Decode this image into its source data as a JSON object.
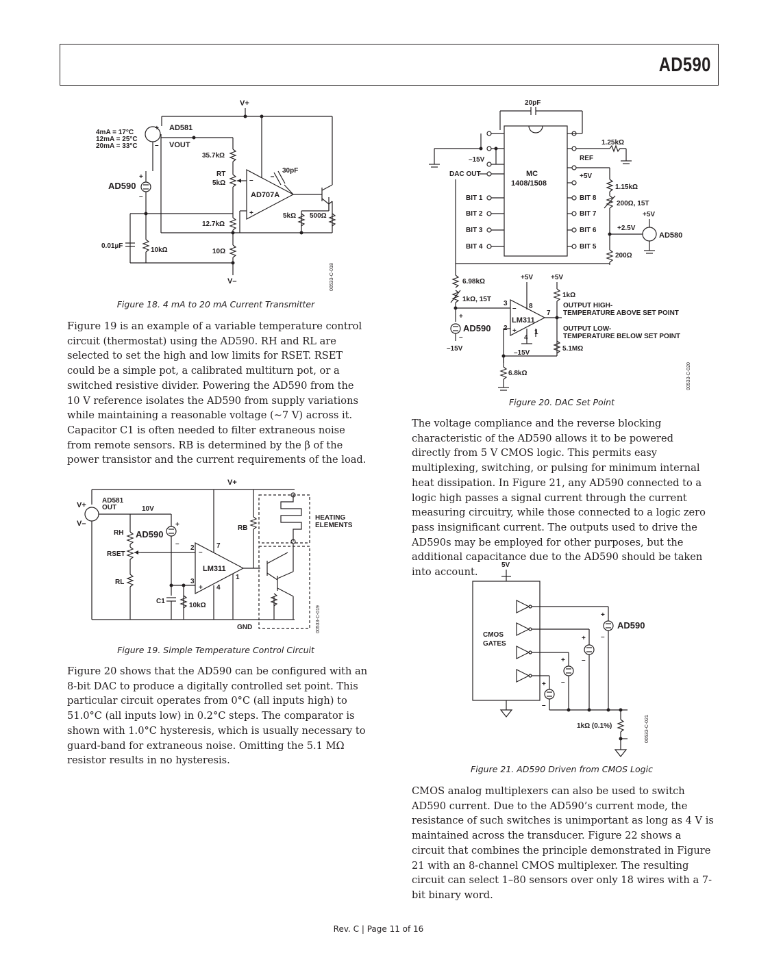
{
  "header": {
    "title": "AD590"
  },
  "fig18": {
    "caption": "Figure 18. 4 mA to 20 mA Current Transmitter",
    "labels": {
      "vplus": "V+",
      "vminus": "V–",
      "ad581": "AD581",
      "vout": "VOUT",
      "map1": "4mA = 17°C",
      "map2": "12mA = 25°C",
      "map3": "20mA = 33°C",
      "ad590": "AD590",
      "r357": "35.7kΩ",
      "rt": "RT",
      "rt5k": "5kΩ",
      "r127": "12.7kΩ",
      "r10": "10Ω",
      "r10k": "10kΩ",
      "cap": "0.01µF",
      "c30": "30pF",
      "opamp": "AD707A",
      "r5k": "5kΩ",
      "r500": "500Ω",
      "code": "00533-C-018"
    }
  },
  "para1": "Figure 19 is an example of a variable temperature control circuit (thermostat) using the AD590. RH and RL are selected to set the high and low limits for RSET. RSET could be a simple pot, a calibrated multiturn pot, or a switched resistive divider. Powering the AD590 from the 10 V reference isolates the AD590 from supply variations while maintaining a reasonable voltage (~7 V) across it. Capacitor C1 is often needed to filter extraneous noise from remote sensors. RB is determined by the β of the power transistor and the current requirements of the load.",
  "fig19": {
    "caption": "Figure 19. Simple Temperature Control Circuit",
    "labels": {
      "vplus": "V+",
      "vplus_top": "V+",
      "vminus": "V–",
      "ad581": "AD581",
      "out": "OUT",
      "v10": "10V",
      "rh": "RH",
      "rset": "RSET",
      "rl": "RL",
      "ad590": "AD590",
      "c1": "C1",
      "r10k": "10kΩ",
      "lm311": "LM311",
      "rb": "RB",
      "heating": "HEATING",
      "elements": "ELEMENTS",
      "gnd": "GND",
      "p2": "2",
      "p3": "3",
      "p7": "7",
      "p1": "1",
      "p4": "4",
      "code": "00533-C-019"
    }
  },
  "para2": "Figure 20 shows that the AD590 can be configured with an 8-bit DAC to produce a digitally controlled set point. This particular circuit operates from 0°C (all inputs high) to 51.0°C (all inputs low) in 0.2°C steps. The comparator is shown with 1.0°C hysteresis, which is usually necessary to guard-band for extraneous noise. Omitting the 5.1 MΩ resistor results in no hysteresis.",
  "fig20": {
    "caption": "Figure 20. DAC Set Point",
    "labels": {
      "c20": "20pF",
      "m15v": "–15V",
      "dacout": "DAC OUT",
      "mc": "MC",
      "mcnum": "1408/1508",
      "bit1": "BIT 1",
      "bit2": "BIT 2",
      "bit3": "BIT 3",
      "bit4": "BIT 4",
      "bit8": "BIT 8",
      "bit7": "BIT 7",
      "bit6": "BIT 6",
      "bit5": "BIT 5",
      "r125": "1.25kΩ",
      "ref": "REF",
      "p5v": "+5V",
      "r115": "1.15kΩ",
      "r200t": "200Ω, 15T",
      "p5v2": "+5V",
      "p25v": "+2.5V",
      "ad580": "AD580",
      "r200": "200Ω",
      "r698": "6.98kΩ",
      "r1kt": "1kΩ, 15T",
      "p5va": "+5V",
      "p5vb": "+5V",
      "r1k": "1kΩ",
      "lm311": "LM311",
      "ad590": "AD590",
      "m15va": "–15V",
      "m15vb": "–15V",
      "outhigh1": "OUTPUT HIGH-",
      "outhigh2": "TEMPERATURE ABOVE SET POINT",
      "outlow1": "OUTPUT LOW-",
      "outlow2": "TEMPERATURE BELOW SET POINT",
      "r51m": "5.1MΩ",
      "r68k": "6.8kΩ",
      "p3": "3",
      "p2": "2",
      "p8": "8",
      "p4": "4",
      "p7": "7",
      "p1": "1",
      "code": "00533-C-020"
    }
  },
  "para3": "The voltage compliance and the reverse blocking characteristic of the AD590 allows it to be powered directly from 5 V CMOS logic. This permits easy multiplexing, switching, or pulsing for minimum internal heat dissipation. In Figure 21, any AD590 connected to a logic high passes a signal current through the current measuring circuitry, while those connected to a logic zero pass insignificant current. The outputs used to drive the AD590s may be employed for other purposes, but the additional capacitance due to the AD590 should be taken into account.",
  "fig21": {
    "caption": "Figure 21. AD590 Driven from CMOS Logic",
    "labels": {
      "v5": "5V",
      "cmos": "CMOS",
      "gates": "GATES",
      "ad590": "AD590",
      "r1k": "1kΩ (0.1%)",
      "code": "00533-C-021"
    }
  },
  "para4": "CMOS analog multiplexers can also be used to switch AD590 current. Due to the AD590’s current mode, the resistance of such switches is unimportant as long as 4 V is maintained across the transducer. Figure 22 shows a circuit that combines the principle demonstrated in Figure 21 with an 8-channel CMOS multiplexer. The resulting circuit can select 1–80 sensors over only 18 wires with a 7-bit binary word.",
  "footer": "Rev. C | Page 11 of 16"
}
